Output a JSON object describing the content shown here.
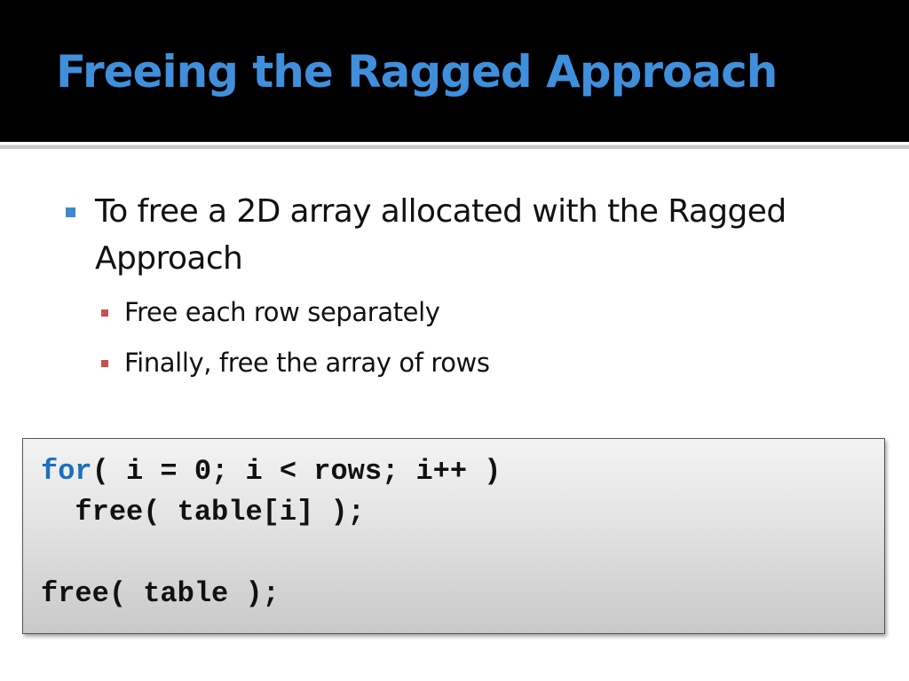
{
  "slide": {
    "title": "Freeing the Ragged Approach",
    "bullets": [
      {
        "text": "To free a 2D array allocated with the Ragged Approach",
        "line1": "To free a 2D array allocated with the Ragged",
        "line2": "Approach",
        "sub_bullets": [
          "Free each row separately",
          "Finally, free the array of rows"
        ]
      }
    ],
    "code": {
      "keyword": "for",
      "line1_rest": "( i = 0; i < rows; i++ )",
      "line2": "  free( table[i] );",
      "line3": "",
      "line4": "free( table );"
    }
  },
  "colors": {
    "title": "#3f8fdc",
    "title_bar": "#000000",
    "bullet_marker_l1": "#3e88cf",
    "bullet_marker_l2": "#c9504c",
    "code_keyword": "#1a6fc0"
  }
}
